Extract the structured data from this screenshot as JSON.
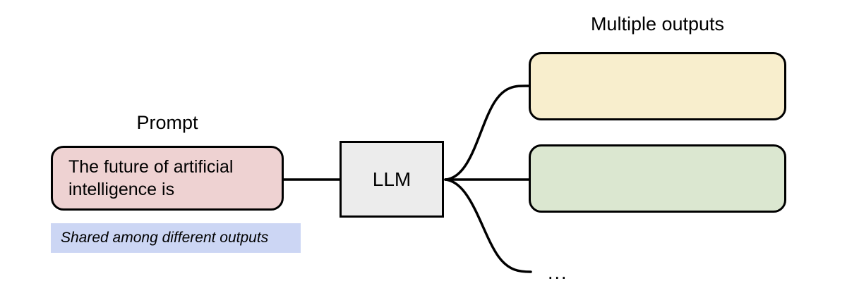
{
  "diagram": {
    "title_prompt": "Prompt",
    "title_outputs": "Multiple outputs",
    "prompt_text": "The future of artificial\nintelligence is",
    "shared_note": "Shared among different outputs",
    "model_label": "LLM",
    "ellipsis": "...",
    "outputs": [
      {
        "label": "",
        "color": "#f8eecd"
      },
      {
        "label": "",
        "color": "#dbe7d0"
      }
    ],
    "colors": {
      "prompt_fill": "#eed2d2",
      "note_fill": "#ccd6f4",
      "model_fill": "#ececec",
      "output_1_fill": "#f8eecd",
      "output_2_fill": "#dbe7d0",
      "stroke": "#000000",
      "background": "#ffffff"
    }
  }
}
